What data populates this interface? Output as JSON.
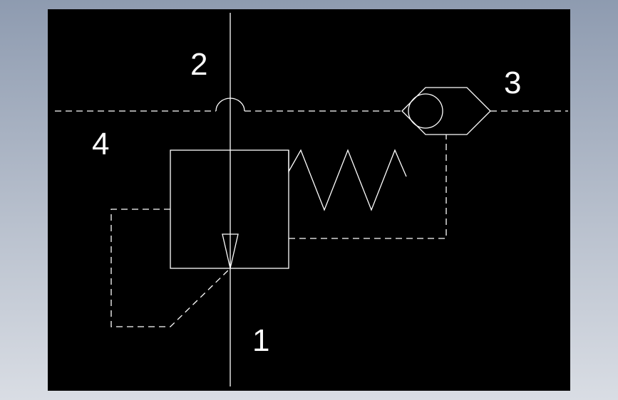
{
  "diagram": {
    "type": "hydraulic-valve-symbol",
    "colors": {
      "background": "#000000",
      "lines": "#ffffff",
      "frame": "#9aa6b8"
    },
    "port_labels": {
      "port_1": "1",
      "port_2": "2",
      "port_3": "3",
      "port_4": "4"
    }
  }
}
